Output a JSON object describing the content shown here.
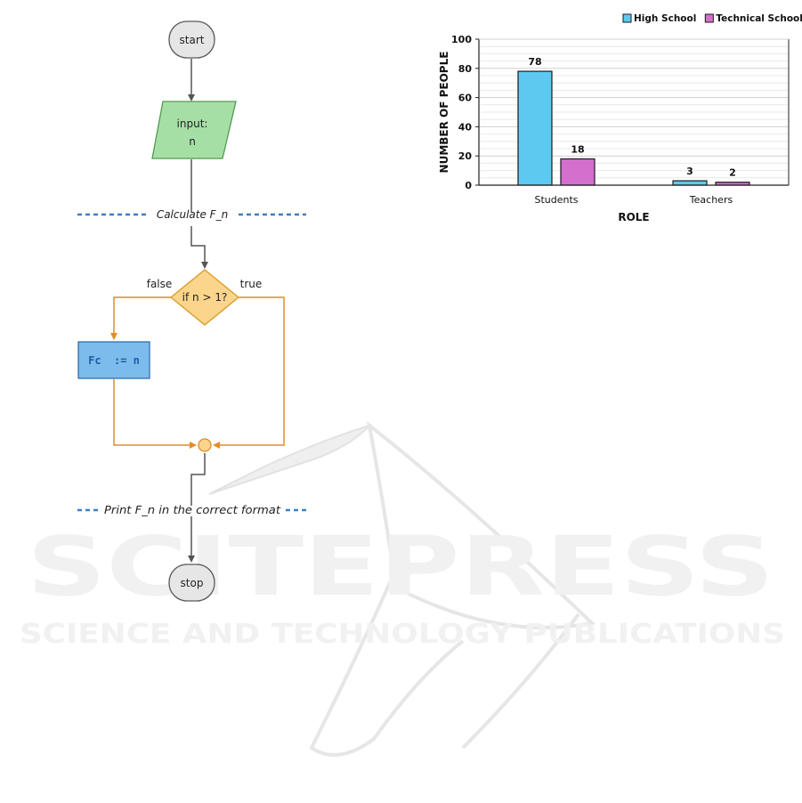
{
  "watermark": {
    "title": "SCITEPRESS",
    "subtitle": "SCIENCE AND TECHNOLOGY PUBLICATIONS"
  },
  "flowchart": {
    "start_label": "start",
    "input_label_1": "input:",
    "input_label_2": "n",
    "section_1": "Calculate F_n",
    "decision_label": "if n > 1?",
    "false_label": "false",
    "true_label": "true",
    "assign_label": "Fc  := n",
    "section_2": "Print F_n in the correct format",
    "stop_label": "stop",
    "colors": {
      "terminal_fill": "#e6e6e6",
      "input_fill": "#a6dfa6",
      "decision_fill": "#fcd58c",
      "process_fill": "#7cbcec",
      "branch_line": "#e08c2c",
      "section_line": "#3a80c4"
    }
  },
  "chart_data": {
    "type": "bar",
    "categories": [
      "Students",
      "Teachers"
    ],
    "series": [
      {
        "name": "High School",
        "values": [
          78,
          3
        ],
        "color": "#5ec9f0"
      },
      {
        "name": "Technical School",
        "values": [
          18,
          2
        ],
        "color": "#d46fce"
      }
    ],
    "xlabel": "ROLE",
    "ylabel": "NUMBER OF PEOPLE",
    "ylim": [
      0,
      100
    ],
    "yticks": [
      0,
      20,
      40,
      60,
      80,
      100
    ],
    "grid": true,
    "legend_position": "top-right"
  }
}
